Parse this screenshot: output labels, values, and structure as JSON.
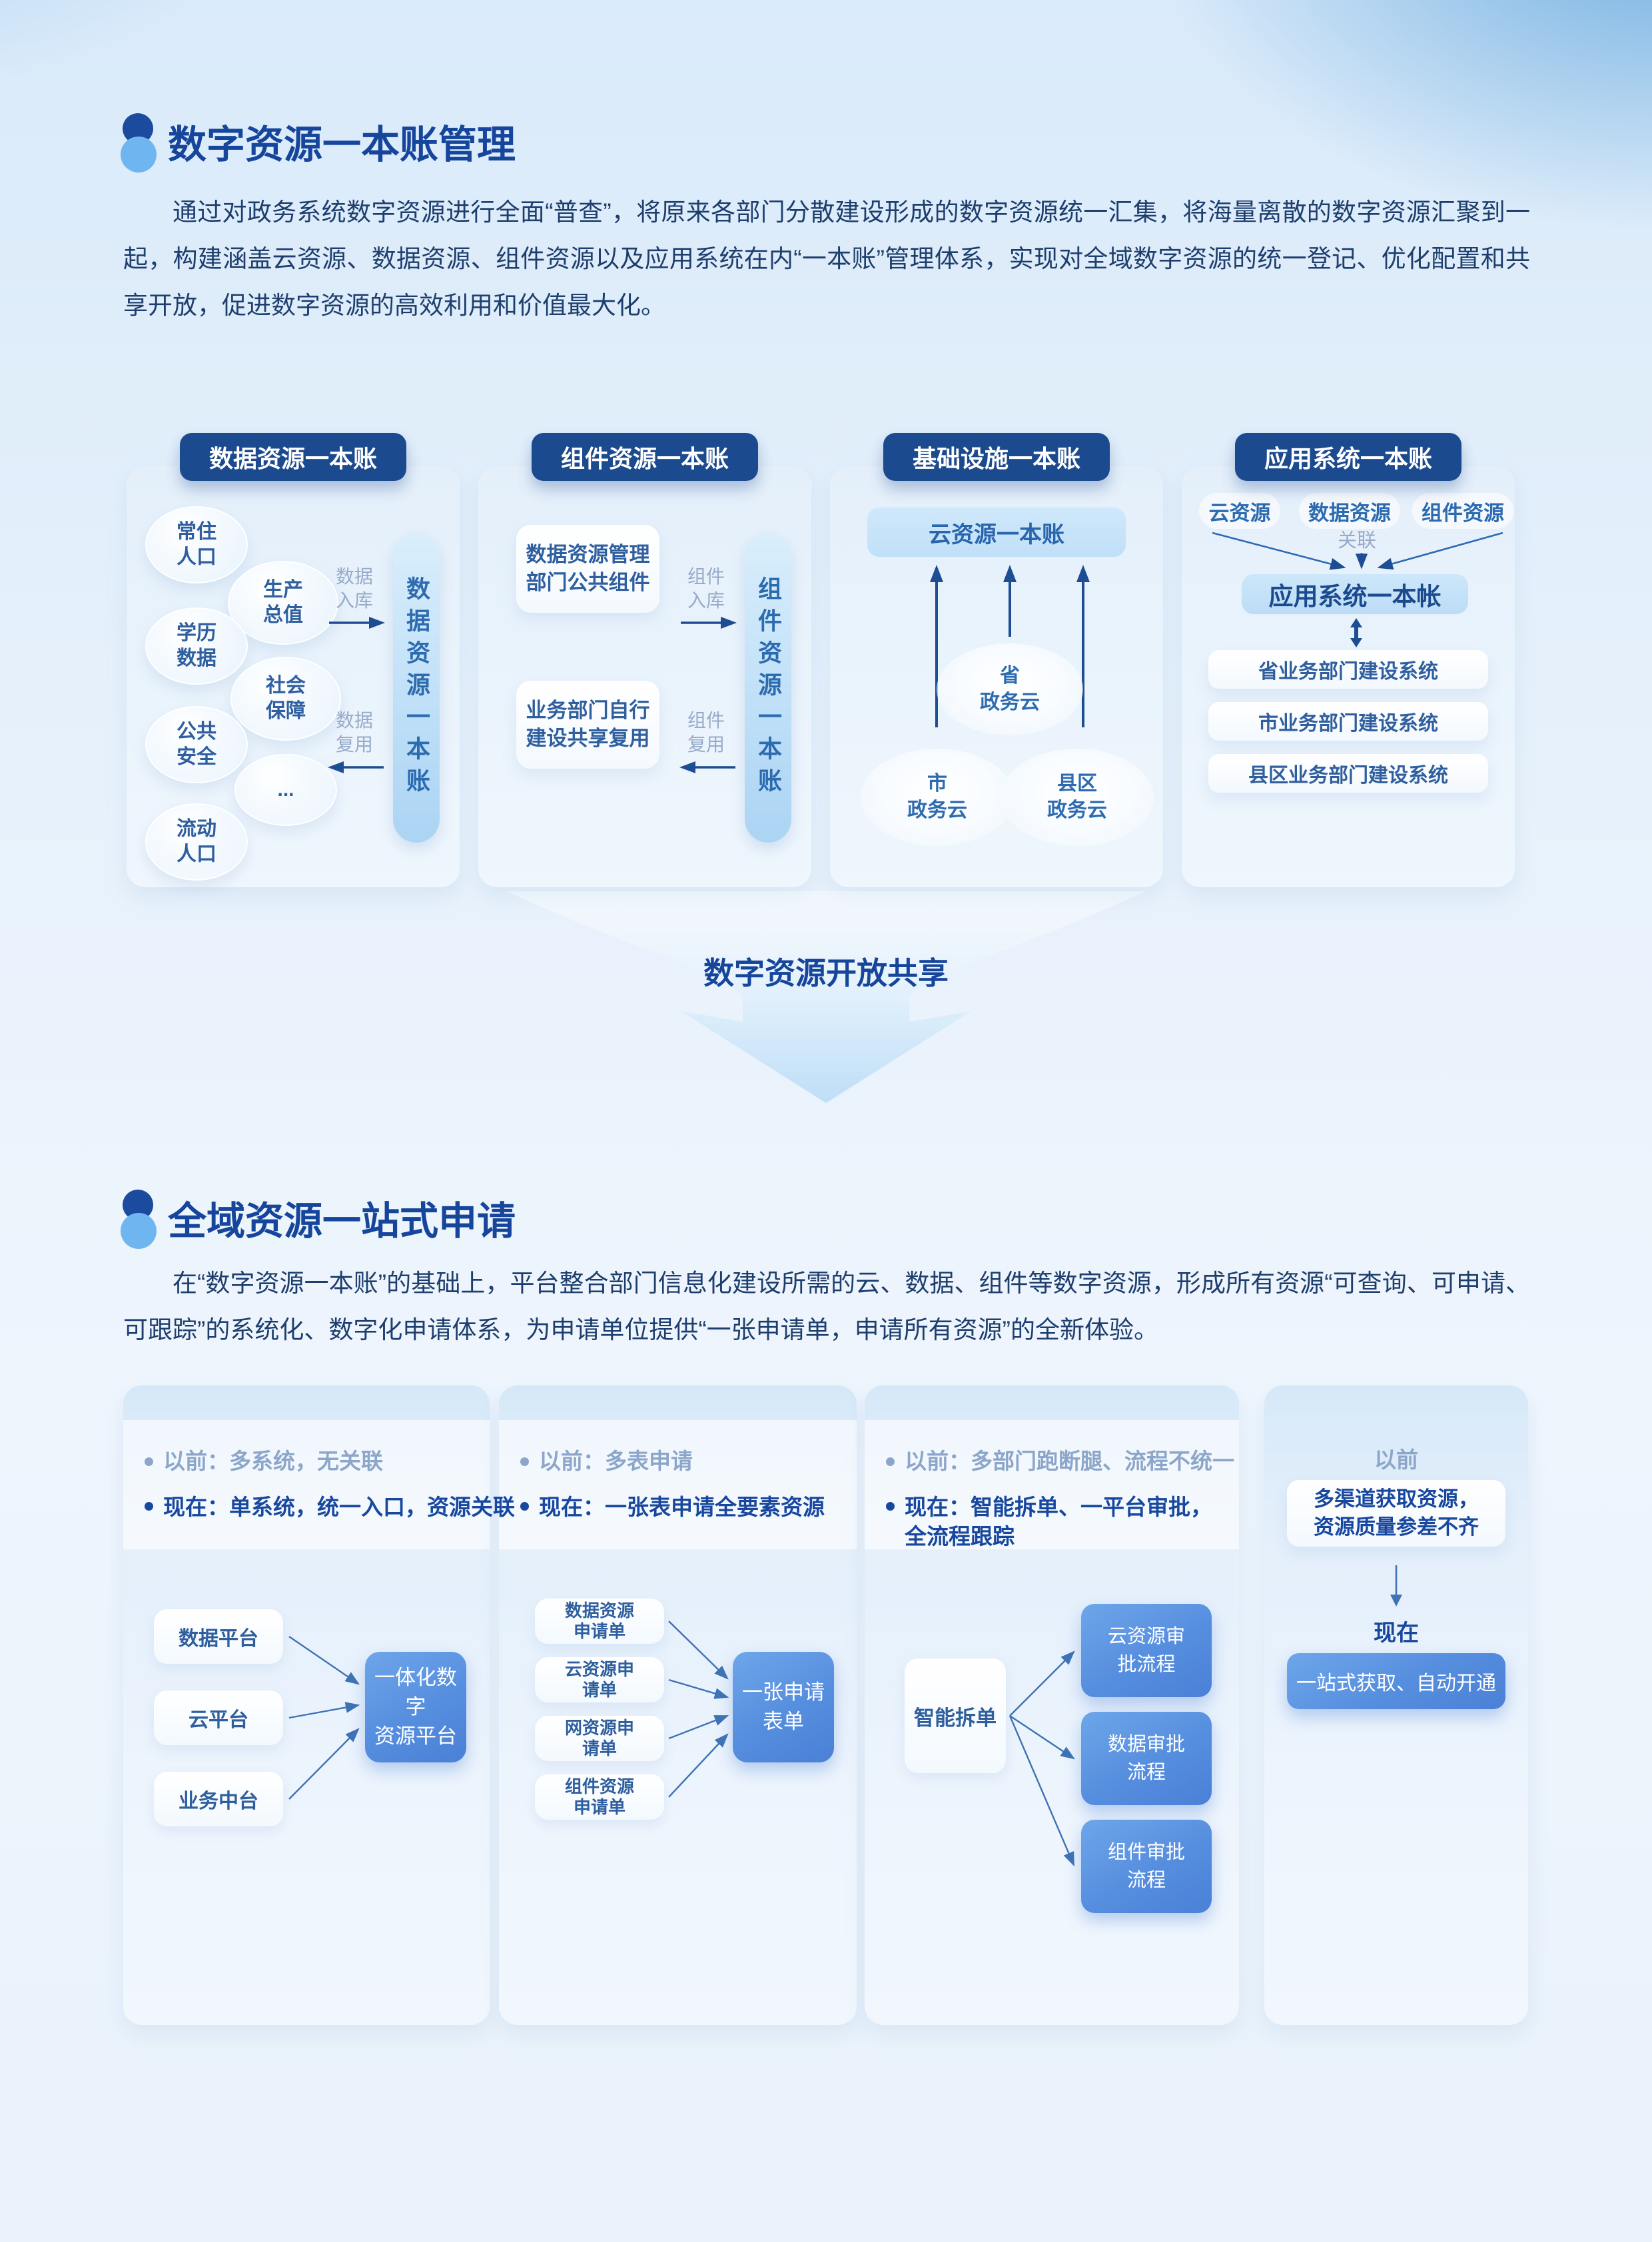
{
  "colors": {
    "navy_pill": "#1c4a8e",
    "title_blue": "#16459c",
    "body_text": "#1e3f6e",
    "medium_blue_text": "#2f5f9e",
    "gray_label": "#97abc9",
    "accent_gradient_blue": "#568edf",
    "light_blue_box": "#c5e2f8",
    "icon_sky": "#6fb6f1"
  },
  "section1": {
    "title": "数字资源一本账管理",
    "paragraph": "通过对政务系统数字资源进行全面“普查”，将原来各部门分散建设形成的数字资源统一汇集，将海量离散的数字资源汇聚到一起，构建涵盖云资源、数据资源、组件资源以及应用系统在内“一本账”管理体系，实现对全域数字资源的统一登记、优化配置和共享开放，促进数字资源的高效利用和价值最大化。"
  },
  "row1": {
    "card1": {
      "header": "数据资源一本账",
      "bubbles": {
        "b1": "常住\n人口",
        "b2": "生产\n总值",
        "b3": "学历\n数据",
        "b4": "社会\n保障",
        "b5": "公共\n安全",
        "b6": "...",
        "b7": "流动\n人口"
      },
      "label_in": "数据\n入库",
      "label_reuse": "数据\n复用",
      "bar": "数据资源一本账"
    },
    "card2": {
      "header": "组件资源一本账",
      "box1": "数据资源管理\n部门公共组件",
      "box2": "业务部门自行\n建设共享复用",
      "label_in": "组件\n入库",
      "label_reuse": "组件\n复用",
      "bar": "组件资源一本账"
    },
    "card3": {
      "header": "基础设施一本账",
      "box": "云资源一本账",
      "cloud1": "省\n政务云",
      "cloud2": "市\n政务云",
      "cloud3": "县区\n政务云"
    },
    "card4": {
      "header": "应用系统一本账",
      "pill1": "云资源",
      "pill2": "数据资源",
      "pill3": "组件资源",
      "link_label": "关联",
      "box": "应用系统一本帐",
      "sys1": "省业务部门建设系统",
      "sys2": "市业务部门建设系统",
      "sys3": "县区业务部门建设系统"
    }
  },
  "funnel": {
    "label": "数字资源开放共享"
  },
  "section2": {
    "title": "全域资源一站式申请",
    "paragraph": "在“数字资源一本账”的基础上，平台整合部门信息化建设所需的云、数据、组件等数字资源，形成所有资源“可查询、可申请、可跟踪”的系统化、数字化申请体系，为申请单位提供“一张申请单，申请所有资源”的全新体验。"
  },
  "row2": {
    "card1": {
      "before": "以前：多系统，无关联",
      "now": "现在：单系统，统一入口，资源关联",
      "src1": "数据平台",
      "src2": "云平台",
      "src3": "业务中台",
      "target": "一体化数字\n资源平台"
    },
    "card2": {
      "before": "以前：多表申请",
      "now": "现在：一张表申请全要素资源",
      "src1": "数据资源\n申请单",
      "src2": "云资源申\n请单",
      "src3": "网资源申\n请单",
      "src4": "组件资源\n申请单",
      "target": "一张申请\n表单"
    },
    "card3": {
      "before": "以前：多部门跑断腿、流程不统一",
      "now": "现在：智能拆单、一平台审批，\n全流程跟踪",
      "src": "智能拆单",
      "t1": "云资源审\n批流程",
      "t2": "数据审批\n流程",
      "t3": "组件审批\n流程"
    },
    "card4": {
      "before_label": "以前",
      "before_box": "多渠道获取资源，\n资源质量参差不齐",
      "now_label": "现在",
      "now_box": "一站式获取、自动开通"
    }
  }
}
